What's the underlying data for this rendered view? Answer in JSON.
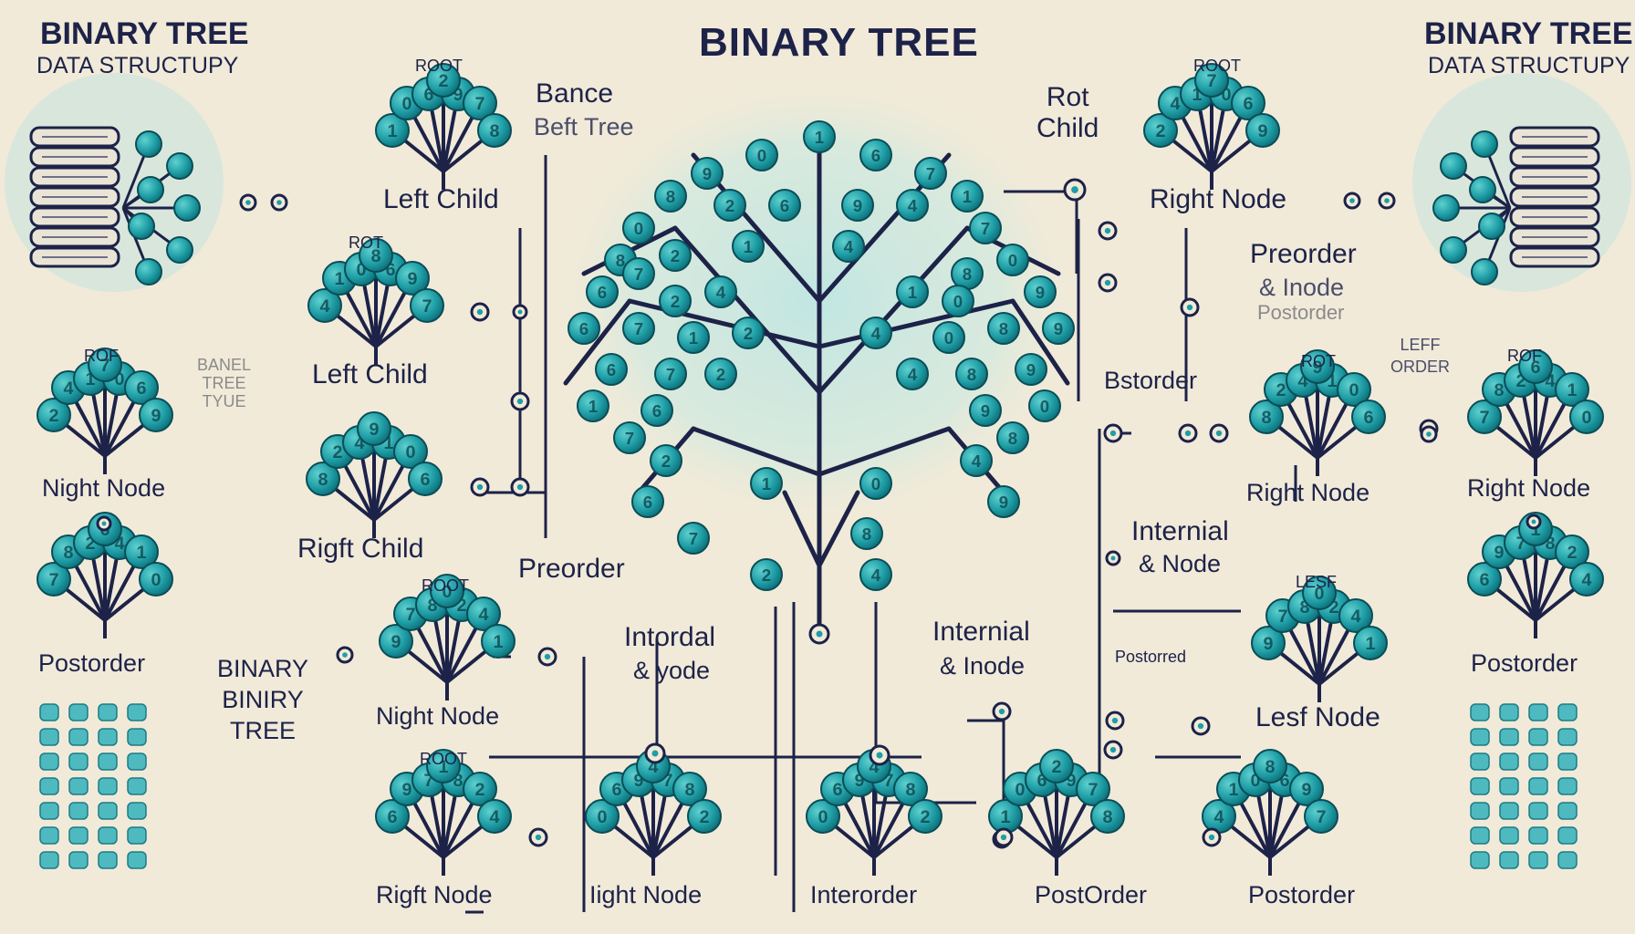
{
  "title": "BINARY TREE",
  "corner_left": {
    "title": "BINARY TREE",
    "subtitle": "DATA STRUCTUPY"
  },
  "corner_right": {
    "title": "BINARY TREE",
    "subtitle": "DATA STRUCTUPY"
  },
  "labels": {
    "root_top_left": "ROOT",
    "left_child_top": "Left Child",
    "bance": "Bance",
    "beft_tree": "Beft Tree",
    "rot_left": "ROT",
    "left_child_mid": "Left Child",
    "rof_left": "ROF",
    "banel_tree_tyue": "BANEL\nTREE\nTYUE",
    "night_node_left": "Night Node",
    "rigft_child": "Rigft Child",
    "preorder_mid": "Preorder",
    "postorder_left": "Postorder",
    "binary_biniry_tree": "BINARY\nBINIRY\nTREE",
    "root_mid_left": "ROOT",
    "night_node_mid": "Night Node",
    "intordal": "Intordal",
    "yode": "& yode",
    "root_bottom": "ROOT",
    "rigft_node": "Rigft Node",
    "ight_node": "Iight Node",
    "interorder": "Interorder",
    "internial_node_center": "Internial",
    "inode": "& Inode",
    "rot_child": "Rot\nChild",
    "root_top_right": "ROOT",
    "right_node_top": "Right Node",
    "preorder_right": "Preorder",
    "node_right": "& Inode",
    "postorder_right_gray": "Postorder",
    "bstorder": "Bstorder",
    "leff_order": "LEFF\nORDER",
    "rot_right": "ROT",
    "rof_right": "ROF",
    "right_node_mid": "Right Node",
    "right_node_far": "Right Node",
    "internial_right": "Internial",
    "node_right2": "& Node",
    "lesf": "LESF",
    "postorred": "Postorred",
    "postorder_far_right": "Postorder",
    "lesf_node": "Lesf Node",
    "postorder_bottom": "PostOrder",
    "postorder_bottom2": "Postorder"
  },
  "colors": {
    "background": "#f1ead9",
    "ink": "#1d2248",
    "node_teal": "#1f9ea6",
    "node_dark": "#0e6f78",
    "glow": "#bfe6e2"
  },
  "node_digits": [
    "1",
    "0",
    "6",
    "9",
    "7",
    "8",
    "2",
    "4"
  ]
}
